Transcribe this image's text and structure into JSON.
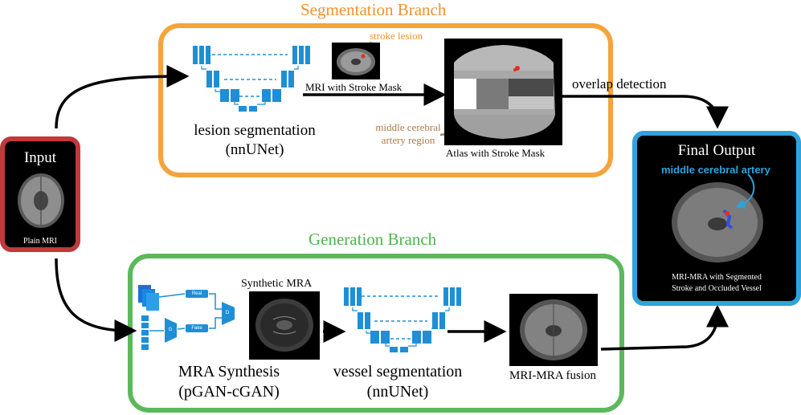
{
  "segmentation_branch": {
    "title": "Segmentation Branch",
    "lesion_segmentation_line1": "lesion segmentation",
    "lesion_segmentation_line2": "(nnUNet)",
    "stroke_lesion_label": "stroke lesion",
    "mri_stroke_mask_label": "MRI with Stroke Mask",
    "mca_region_line1": "middle cerebral",
    "mca_region_line2": "artery region",
    "atlas_label": "Atlas with Stroke Mask"
  },
  "overlap_detection_label": "overlap detection",
  "input": {
    "title": "Input",
    "caption": "Plain MRI"
  },
  "final_output": {
    "title": "Final Output",
    "artery_label": "middle cerebral artery",
    "caption_line1": "MRI-MRA with Segmented",
    "caption_line2": "Stroke and Occluded Vessel"
  },
  "generation_branch": {
    "title": "Generation Branch",
    "synthetic_mra_label": "Synthetic MRA",
    "mra_synthesis_line1": "MRA Synthesis",
    "mra_synthesis_line2": "(pGAN-cGAN)",
    "vessel_segmentation_line1": "vessel segmentation",
    "vessel_segmentation_line2": "(nnUNet)",
    "fusion_label": "MRI-MRA fusion",
    "gan_real_label": "Real",
    "gan_fake_label": "Fake",
    "gan_g_label": "G",
    "gan_d_label": "D"
  },
  "colors": {
    "segmentation_orange": "#f5a33c",
    "generation_green": "#5cb85c",
    "input_red": "#c0393b",
    "output_blue": "#2ea3dd",
    "unet_blue": "#1e8fd6",
    "atlas_label_brown": "#b07a4a"
  }
}
